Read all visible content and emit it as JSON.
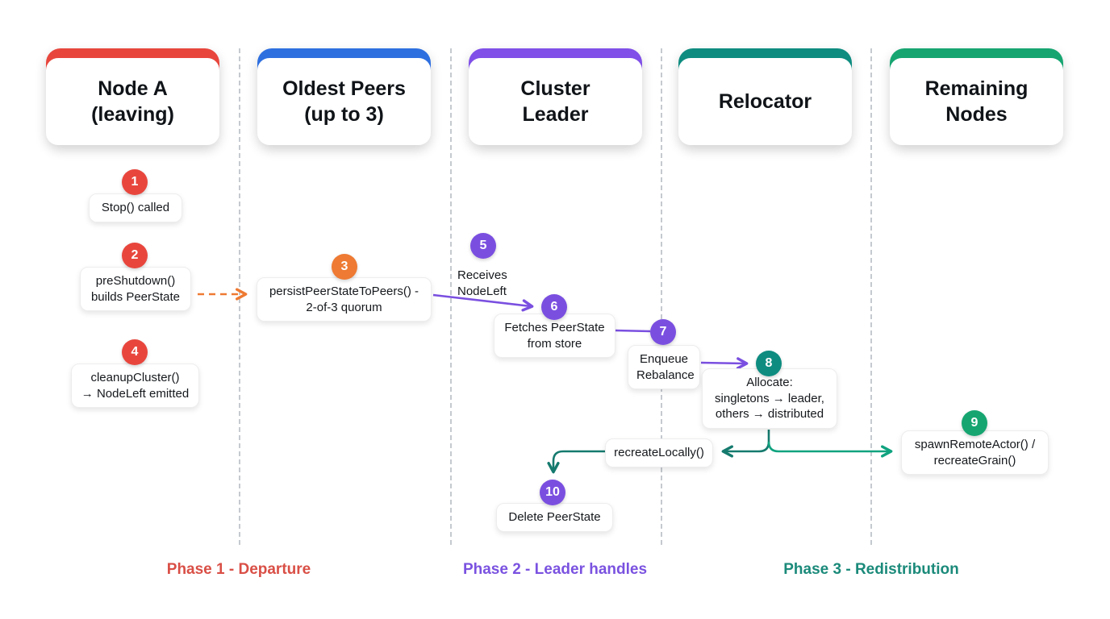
{
  "diagram": {
    "lanes": [
      {
        "title": "Node A\n(leaving)",
        "color": "#e8463d"
      },
      {
        "title": "Oldest Peers\n(up to 3)",
        "color": "#2e6fe0"
      },
      {
        "title": "Cluster\nLeader",
        "color": "#8050e8"
      },
      {
        "title": "Relocator",
        "color": "#0e8c80"
      },
      {
        "title": "Remaining\nNodes",
        "color": "#16a571"
      }
    ],
    "steps": [
      {
        "num": "1",
        "label": "Stop() called",
        "color": "#e8463d"
      },
      {
        "num": "2",
        "label": "preShutdown()\nbuilds PeerState",
        "color": "#e8463d"
      },
      {
        "num": "3",
        "label": "persistPeerStateToPeers() -\n2-of-3 quorum",
        "color": "#ee7a33"
      },
      {
        "num": "4",
        "label": "cleanupCluster()\n→ NodeLeft emitted",
        "color": "#e8463d"
      },
      {
        "num": "5",
        "label": "Receives\nNodeLeft",
        "color": "#7a4fe0"
      },
      {
        "num": "6",
        "label": "Fetches PeerState\nfrom store",
        "color": "#7a4fe0"
      },
      {
        "num": "7",
        "label": "Enqueue\nRebalance",
        "color": "#7a4fe0"
      },
      {
        "num": "8",
        "label": "Allocate:\nsingletons → leader,\nothers → distributed",
        "color": "#0e8c80"
      },
      {
        "num": "9",
        "label": "spawnRemoteActor() /\nrecreateGrain()",
        "color": "#16a571"
      },
      {
        "num": "10",
        "label": "Delete PeerState",
        "color": "#7a4fe0"
      }
    ],
    "free_labels": [
      {
        "label": "recreateLocally()"
      }
    ],
    "phases": [
      {
        "label": "Phase 1 - Departure",
        "color": "#d94f46"
      },
      {
        "label": "Phase 2 - Leader handles",
        "color": "#7a52e0"
      },
      {
        "label": "Phase 3 - Redistribution",
        "color": "#1b8a7a"
      }
    ],
    "arrow_colors": {
      "dashed_orange": "#ee7a33",
      "purple": "#7a4fe0",
      "teal": "#157a6e",
      "green": "#10a37f"
    }
  }
}
